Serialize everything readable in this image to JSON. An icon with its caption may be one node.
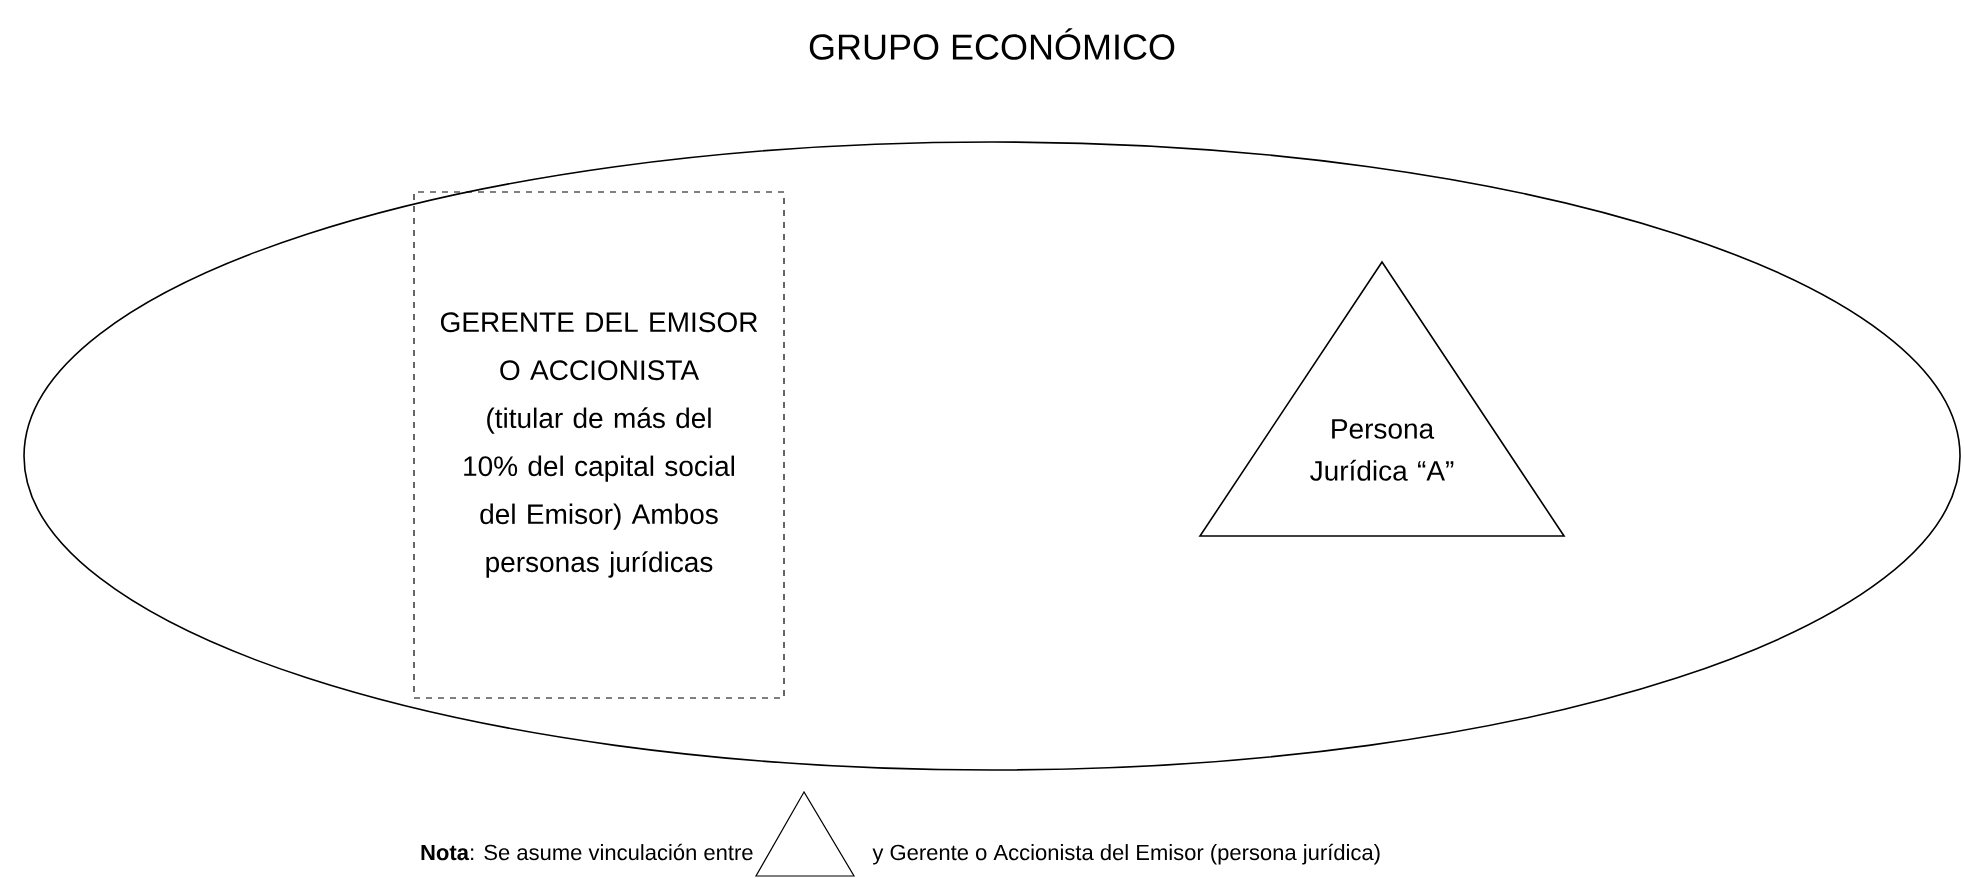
{
  "diagram": {
    "nodes": [
      {
        "text": [
          "GRUPO ECONÓMICO"
        ]
      },
      {
        "text": [
          "GERENTE DEL EMISOR O ACCIONISTA (titular de más del 10% del capital social del Emisor) Ambos personas jurídicas"
        ],
        "in": 0
      },
      {
        "text": [
          "Persona Jurídica “A”"
        ],
        "in": 0
      },
      {
        "text": [],
        "shape": "triangle"
      }
    ],
    "edges": [],
    "labels": [
      "**Nota**: Se asume vinculación entre",
      "y Gerente o Accionista del Emisor (persona jurídica)"
    ]
  }
}
